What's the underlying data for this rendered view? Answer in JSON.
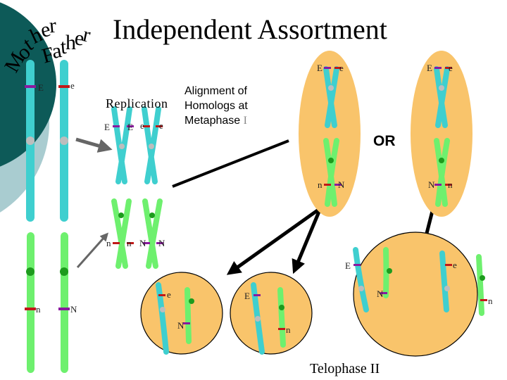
{
  "title": "Independent Assortment",
  "parents": {
    "mother": "Mother",
    "father": "Father"
  },
  "labels": {
    "replication": "Replication",
    "alignment_line1": "Alignment of",
    "alignment_line2": "Homologs at",
    "alignment_line3": "Metaphase ",
    "alignment_roman": "I",
    "or": "OR",
    "telophase": "Telophase II"
  },
  "alleles": {
    "parent_E": "E",
    "parent_e": "e",
    "parent_n": "n",
    "parent_N": "N",
    "rep_E1": "E",
    "rep_E2": "E",
    "rep_e1": "e",
    "rep_e2": "e",
    "rep_n1": "n",
    "rep_n2": "n",
    "rep_N1": "N",
    "rep_N2": "N",
    "cellA_E": "E",
    "cellA_e": "e",
    "cellA_n": "n",
    "cellA_N": "N",
    "cellB_E": "E",
    "cellB_e": "e",
    "cellB_N": "N",
    "cellB_n": "n",
    "telo1_e": "e",
    "telo1_N": "N",
    "telo2_E": "E",
    "telo2_n": "n",
    "telo3_E": "E",
    "telo3_e": "e",
    "telo3_N": "N",
    "telo3_n": "n"
  },
  "colors": {
    "cell": "#f9c46b",
    "cyan": "#3fcfcf",
    "green": "#6ef06e",
    "centromere_green": "#1d9b1d",
    "centromere_grey": "#bdbdbd",
    "band_purple": "#8a1a9e",
    "band_red": "#c01818",
    "teal_dark": "#0d5a58",
    "teal_light": "#a9ccd0"
  }
}
